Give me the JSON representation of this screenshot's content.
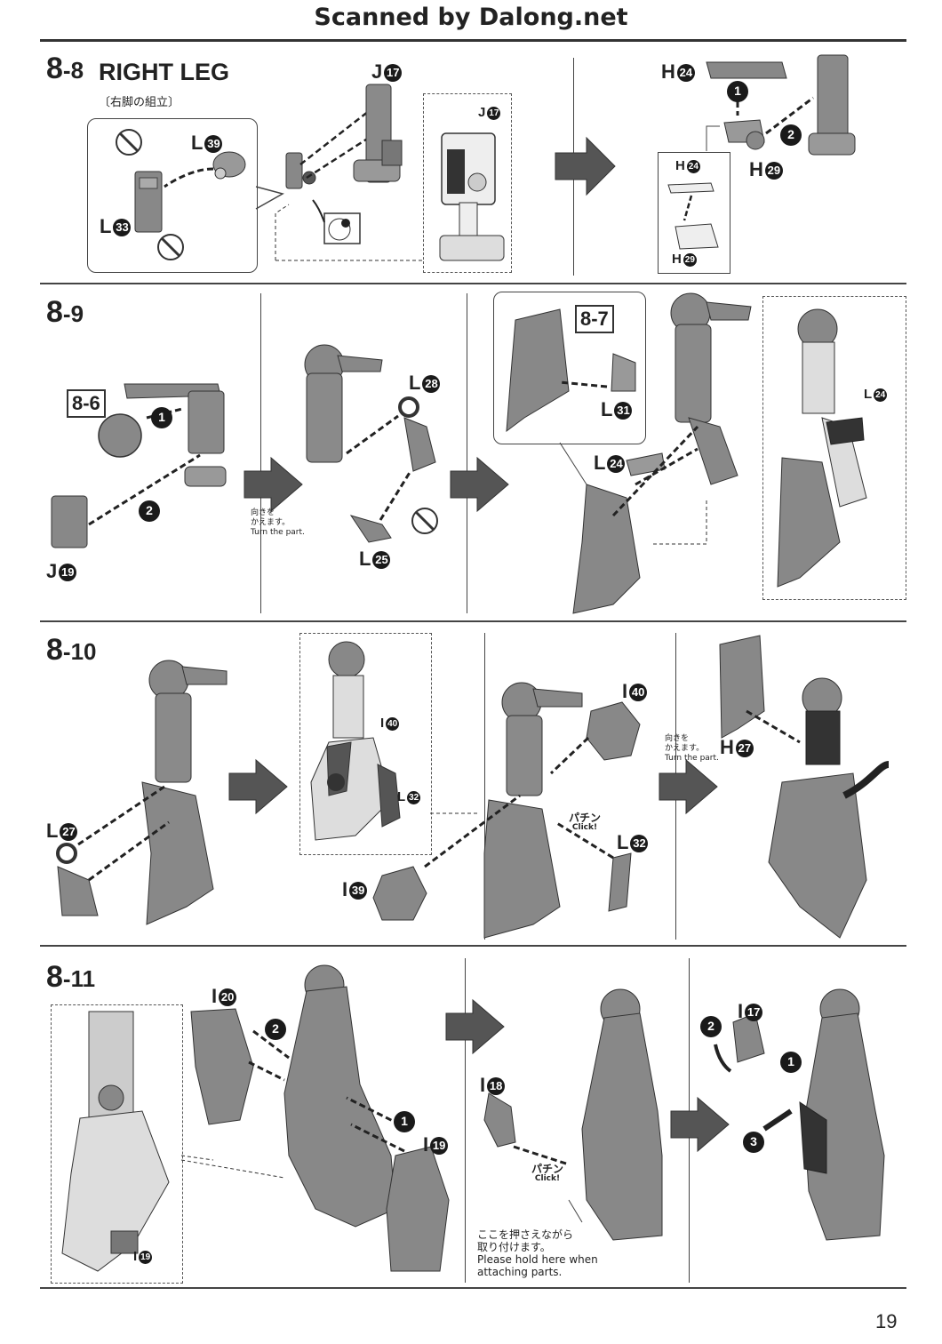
{
  "header": {
    "scanner": "Scanned by Dalong.net"
  },
  "page_number": "19",
  "steps": {
    "s8_8": {
      "num": "8",
      "sub": "-8",
      "title": "RIGHT LEG",
      "jp_title": "〔右脚の組立〕"
    },
    "s8_9": {
      "num": "8",
      "sub": "-9"
    },
    "s8_10": {
      "num": "8",
      "sub": "-10"
    },
    "s8_11": {
      "num": "8",
      "sub": "-11"
    }
  },
  "labels": {
    "j17_top": "J",
    "j17_top_n": "17",
    "j17_box": "J",
    "j17_box_n": "17",
    "l39": "L",
    "l39_n": "39",
    "l33": "L",
    "l33_n": "33",
    "h24_top": "H",
    "h24_top_n": "24",
    "h29_main": "H",
    "h29_main_n": "29",
    "h24_box": "H",
    "h24_box_n": "24",
    "h29_box": "H",
    "h29_box_n": "29",
    "ref_8_6": "8-6",
    "j19": "J",
    "j19_n": "19",
    "l28": "L",
    "l28_n": "28",
    "l25": "L",
    "l25_n": "25",
    "ref_8_7": "8-7",
    "l31": "L",
    "l31_n": "31",
    "l24_a": "L",
    "l24_a_n": "24",
    "l24_b": "L",
    "l24_b_n": "24",
    "l27": "L",
    "l27_n": "27",
    "i40_box": "I",
    "i40_box_n": "40",
    "l32_box": "L",
    "l32_box_n": "32",
    "i40": "I",
    "i40_n": "40",
    "l32": "L",
    "l32_n": "32",
    "i39": "I",
    "i39_n": "39",
    "h27": "H",
    "h27_n": "27",
    "i20": "I",
    "i20_n": "20",
    "i19": "I",
    "i19_n": "19",
    "i19_box": "I",
    "i19_box_n": "19",
    "i18": "I",
    "i18_n": "18",
    "i17": "I",
    "i17_n": "17"
  },
  "order_marks": [
    "1",
    "2",
    "3"
  ],
  "notes": {
    "turn_jp_1": "向きを",
    "turn_jp_2": "かえます。",
    "turn_en": "Turn the part.",
    "click_jp": "パチン",
    "click_en": "Click!",
    "hold_jp_1": "ここを押さえながら",
    "hold_jp_2": "取り付けます。",
    "hold_en_1": "Please hold here when",
    "hold_en_2": "attaching parts."
  }
}
